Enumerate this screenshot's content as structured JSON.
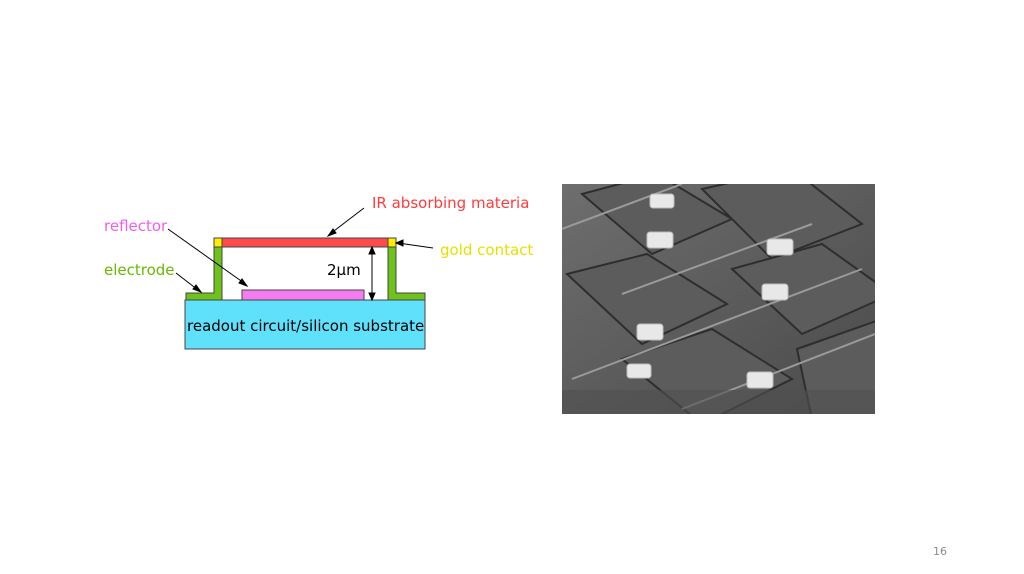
{
  "diagram": {
    "labels": {
      "ir_absorbing": "IR absorbing materia",
      "reflector": "reflector",
      "electrode": "electrode",
      "gold_contact": "gold contact",
      "gap": "2μm",
      "substrate": "readout circuit/silicon substrate"
    },
    "colors": {
      "ir_layer": "#ff4a4a",
      "ir_text": "#ff3b3b",
      "reflector_fill": "#f57cf0",
      "reflector_text": "#f05cf0",
      "electrode_fill": "#6fc21a",
      "electrode_text": "#66bb00",
      "gold_fill": "#ffee00",
      "gold_text": "#e6e000",
      "substrate_fill": "#5fe0fb"
    }
  },
  "sem_image": {
    "description_icon": "sem-micrograph-image"
  },
  "footer": {
    "page_number": "16"
  }
}
